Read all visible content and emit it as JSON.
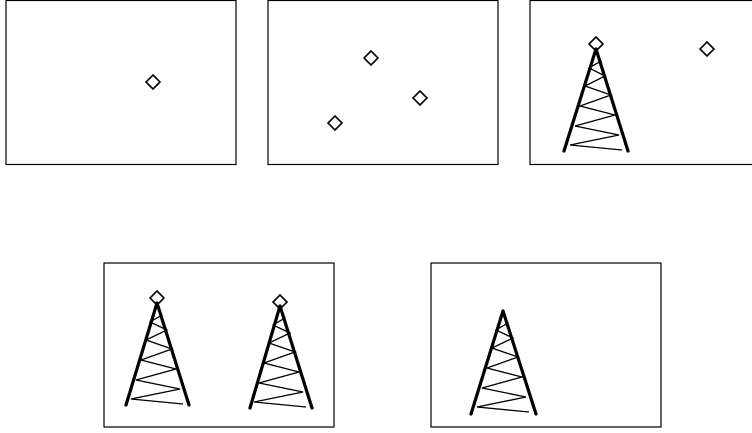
{
  "figure": {
    "panels": [
      {
        "id": "panel-1",
        "diamonds": 1,
        "trees": 0
      },
      {
        "id": "panel-2",
        "diamonds": 3,
        "trees": 0
      },
      {
        "id": "panel-3",
        "diamonds": 2,
        "trees": 1
      },
      {
        "id": "panel-4",
        "diamonds": 2,
        "trees": 2
      },
      {
        "id": "panel-5",
        "diamonds": 0,
        "trees": 1
      }
    ],
    "stroke_color": "#000000",
    "background_color": "#ffffff"
  }
}
